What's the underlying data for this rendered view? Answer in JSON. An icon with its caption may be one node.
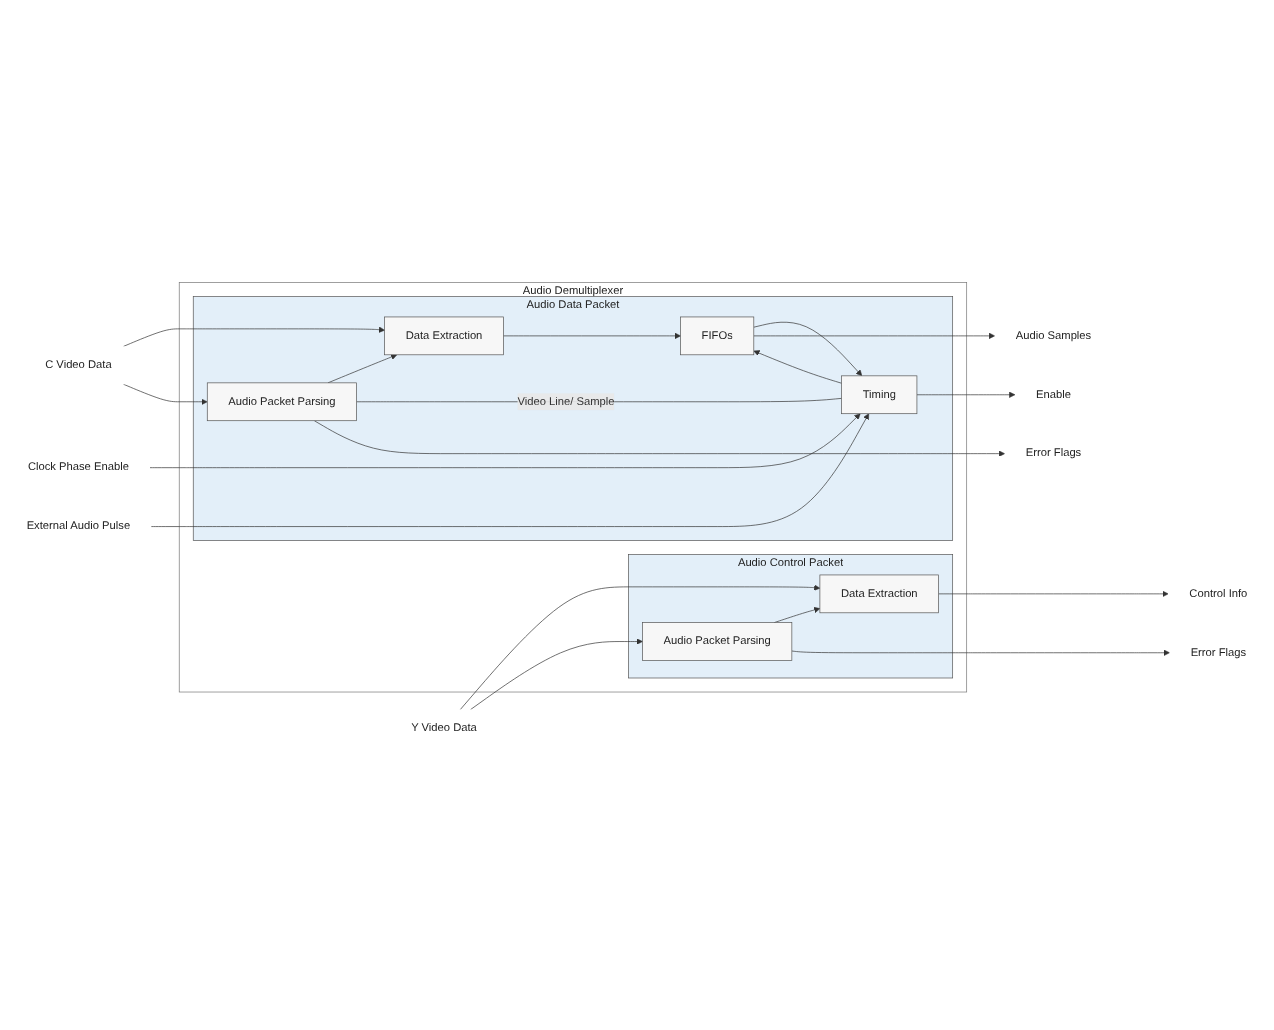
{
  "diagram": {
    "nodes": [
      {
        "text": [
          "Audio Demultiplexer"
        ]
      },
      {
        "text": [
          "Audio Data Packet"
        ],
        "in": 0
      },
      {
        "text": [
          "Data Extraction"
        ],
        "in": 1
      },
      {
        "text": [
          "FIFOs"
        ],
        "in": 1
      },
      {
        "text": [
          "Audio Packet Parsing"
        ],
        "in": 1
      },
      {
        "text": [
          "Timing"
        ],
        "in": 1
      },
      {
        "text": [
          "Audio Control Packet"
        ],
        "in": 0
      },
      {
        "text": [
          "Data Extraction"
        ],
        "in": 6
      },
      {
        "text": [
          "Audio Packet Parsing"
        ],
        "in": 6
      },
      {
        "text": [
          "C Video Data"
        ]
      },
      {
        "text": [
          "Y Video Data"
        ]
      },
      {
        "text": [
          "Clock Phase Enable"
        ]
      },
      {
        "text": [
          "External Audio Pulse"
        ]
      },
      {
        "text": [
          "Audio Samples"
        ]
      },
      {
        "text": [
          "Enable"
        ]
      },
      {
        "text": [
          "Error Flags"
        ]
      },
      {
        "text": [
          "Control Info"
        ]
      },
      {
        "text": [
          "Error Flags"
        ]
      }
    ],
    "edges": [
      {
        "from": 9,
        "to": 2,
        "arrow": "to"
      },
      {
        "from": 9,
        "to": 4,
        "arrow": "to"
      },
      {
        "from": 2,
        "to": 3,
        "arrow": "to"
      },
      {
        "from": 4,
        "to": 2,
        "arrow": "to"
      },
      {
        "from": 4,
        "to": 5,
        "arrow": "none",
        "label": "Video Line/ Sample"
      },
      {
        "from": 5,
        "to": 3,
        "arrow": "to"
      },
      {
        "from": 3,
        "to": 5,
        "arrow": "to"
      },
      {
        "from": 3,
        "to": 13,
        "arrow": "to"
      },
      {
        "from": 5,
        "to": 14,
        "arrow": "to"
      },
      {
        "from": 11,
        "to": 5,
        "arrow": "to"
      },
      {
        "from": 12,
        "to": 5,
        "arrow": "to"
      },
      {
        "from": 4,
        "to": 15,
        "arrow": "to"
      },
      {
        "from": 10,
        "to": 7,
        "arrow": "to"
      },
      {
        "from": 10,
        "to": 8,
        "arrow": "to"
      },
      {
        "from": 8,
        "to": 7,
        "arrow": "to"
      },
      {
        "from": 7,
        "to": 16,
        "arrow": "to"
      },
      {
        "from": 8,
        "to": 17,
        "arrow": "to"
      }
    ]
  }
}
